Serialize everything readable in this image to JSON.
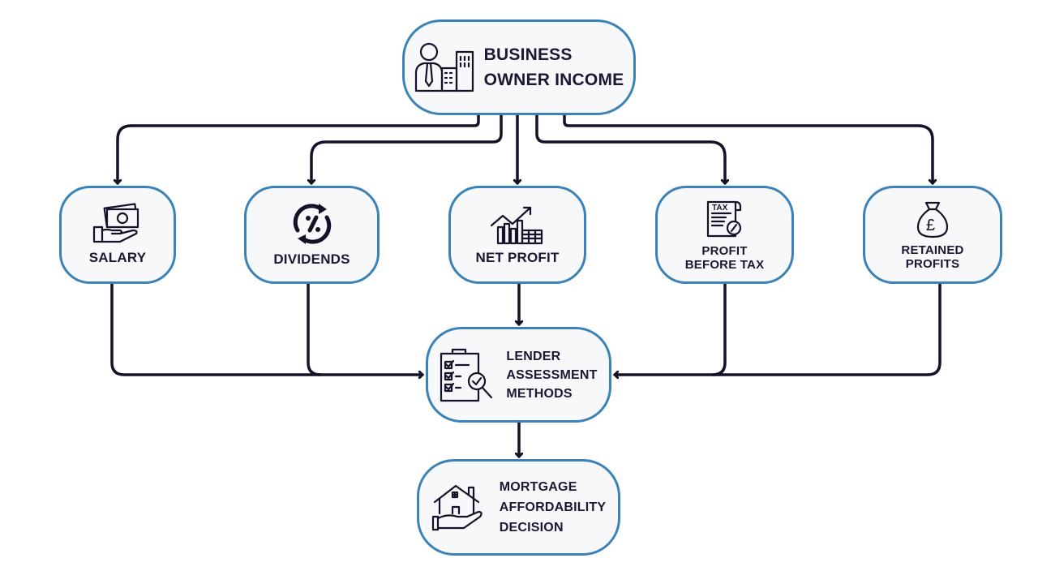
{
  "diagram": {
    "title_node": {
      "label_line1": "BUSINESS",
      "label_line2": "OWNER INCOME",
      "icon": "business-owner-icon"
    },
    "income_sources": [
      {
        "id": "salary",
        "label_line1": "SALARY",
        "label_line2": "",
        "icon": "cash-hand-icon"
      },
      {
        "id": "dividends",
        "label_line1": "DIVIDENDS",
        "label_line2": "",
        "icon": "percent-cycle-icon"
      },
      {
        "id": "net-profit",
        "label_line1": "NET PROFIT",
        "label_line2": "",
        "icon": "growth-chart-icon"
      },
      {
        "id": "profit-before-tax",
        "label_line1": "PROFIT",
        "label_line2": "BEFORE TAX",
        "icon": "tax-document-icon"
      },
      {
        "id": "retained-profits",
        "label_line1": "RETAINED",
        "label_line2": "PROFITS",
        "icon": "pound-bag-icon"
      }
    ],
    "assessment_node": {
      "label_line1": "LENDER",
      "label_line2": "ASSESSMENT",
      "label_line3": "METHODS",
      "icon": "checklist-magnifier-icon"
    },
    "decision_node": {
      "label_line1": "MORTGAGE",
      "label_line2": "AFFORDABILITY",
      "label_line3": "DECISION",
      "icon": "house-hand-icon"
    },
    "edges": [
      {
        "from": "business-owner-income",
        "to": "salary"
      },
      {
        "from": "business-owner-income",
        "to": "dividends"
      },
      {
        "from": "business-owner-income",
        "to": "net-profit"
      },
      {
        "from": "business-owner-income",
        "to": "profit-before-tax"
      },
      {
        "from": "business-owner-income",
        "to": "retained-profits"
      },
      {
        "from": "salary",
        "to": "lender-assessment-methods"
      },
      {
        "from": "dividends",
        "to": "lender-assessment-methods"
      },
      {
        "from": "net-profit",
        "to": "lender-assessment-methods"
      },
      {
        "from": "profit-before-tax",
        "to": "lender-assessment-methods"
      },
      {
        "from": "retained-profits",
        "to": "lender-assessment-methods"
      },
      {
        "from": "lender-assessment-methods",
        "to": "mortgage-affordability-decision"
      }
    ],
    "colors": {
      "node_border": "#3a82b8",
      "node_fill": "#f7f8fa",
      "text": "#1a1833",
      "connector": "#141228"
    }
  }
}
